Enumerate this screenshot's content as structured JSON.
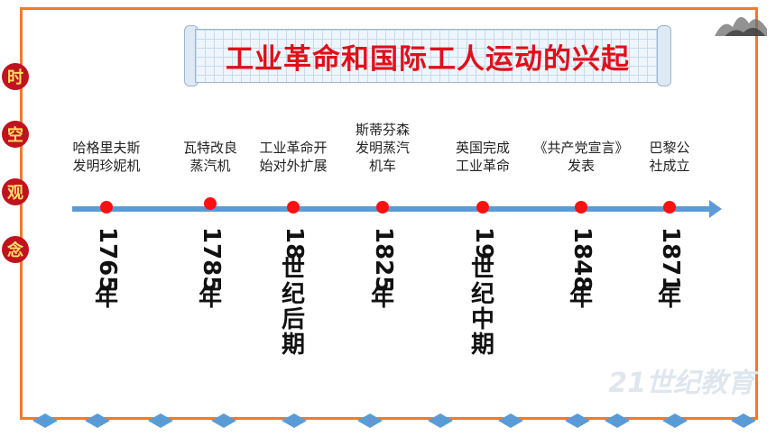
{
  "title": "工业革命和国际工人运动的兴起",
  "side_label": [
    "时",
    "空",
    "观",
    "念"
  ],
  "events": [
    {
      "desc": [
        "哈格里夫斯",
        "发明珍妮机"
      ],
      "date_rot": "1765",
      "date_chars": [
        "年"
      ]
    },
    {
      "desc": [
        "瓦特改良",
        "蒸汽机"
      ],
      "date_rot": "1785",
      "date_chars": [
        "年"
      ]
    },
    {
      "desc": [
        "工业革命开",
        "始对外扩展"
      ],
      "date_rot": "18",
      "date_chars": [
        "世",
        "纪",
        "后",
        "期"
      ]
    },
    {
      "desc": [
        "斯蒂芬森",
        "发明蒸汽",
        "机车"
      ],
      "date_rot": "1825",
      "date_chars": [
        "年"
      ]
    },
    {
      "desc": [
        "英国完成",
        "工业革命"
      ],
      "date_rot": "19",
      "date_chars": [
        "世",
        "纪",
        "中",
        "期"
      ]
    },
    {
      "desc": [
        "《共产党宣言》",
        "发表"
      ],
      "date_rot": "1848",
      "date_chars": [
        "年"
      ]
    },
    {
      "desc": [
        "巴黎公",
        "社成立"
      ],
      "date_rot": "1871",
      "date_chars": [
        "年"
      ]
    }
  ],
  "colors": {
    "frame": "#f07a2e",
    "axis": "#5b9bd5",
    "dot": "#ff1010",
    "title": "#e0101a",
    "side": "#c1121f"
  }
}
